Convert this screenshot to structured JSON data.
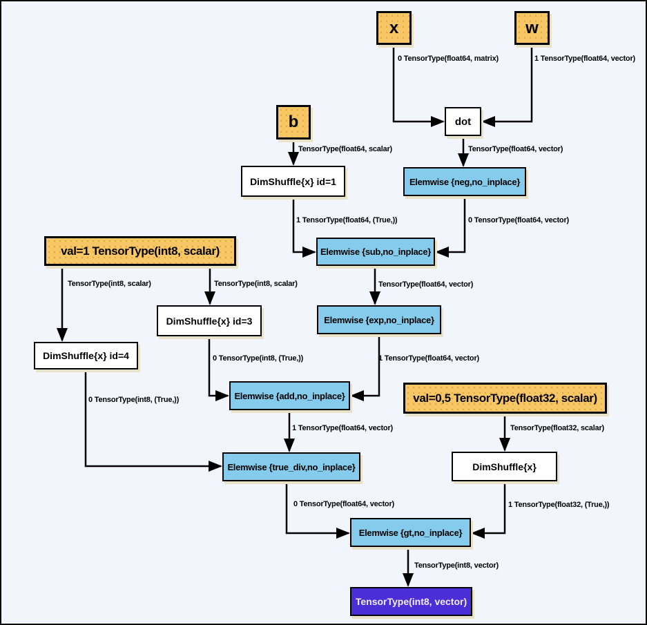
{
  "diagram": {
    "kind": "computation-graph",
    "colors": {
      "background": "#f2f5fc",
      "input_node_fill": "#f7c665",
      "op_node_fill": "#85ccec",
      "plain_node_fill": "#ffffff",
      "output_node_fill": "#4a2ed6",
      "edge_color": "#000000",
      "shadow_color": "#e9e2c8"
    },
    "nodes": {
      "x": {
        "label": "x",
        "kind": "input"
      },
      "w": {
        "label": "w",
        "kind": "input"
      },
      "b": {
        "label": "b",
        "kind": "input"
      },
      "dot": {
        "label": "dot",
        "kind": "plain"
      },
      "neg": {
        "label": "Elemwise {neg,no_inplace}",
        "kind": "op"
      },
      "dimshuffle_id1": {
        "label": "DimShuffle{x} id=1",
        "kind": "plain"
      },
      "sub": {
        "label": "Elemwise {sub,no_inplace}",
        "kind": "op"
      },
      "exp": {
        "label": "Elemwise {exp,no_inplace}",
        "kind": "op"
      },
      "val1": {
        "label": "val=1 TensorType(int8, scalar)",
        "kind": "input"
      },
      "dimshuffle_id3": {
        "label": "DimShuffle{x} id=3",
        "kind": "plain"
      },
      "dimshuffle_id4": {
        "label": "DimShuffle{x} id=4",
        "kind": "plain"
      },
      "add": {
        "label": "Elemwise {add,no_inplace}",
        "kind": "op"
      },
      "val05": {
        "label": "val=0,5 TensorType(float32, scalar)",
        "kind": "input"
      },
      "true_div": {
        "label": "Elemwise {true_div,no_inplace}",
        "kind": "op"
      },
      "dimshuffle_x": {
        "label": "DimShuffle{x}",
        "kind": "plain"
      },
      "gt": {
        "label": "Elemwise {gt,no_inplace}",
        "kind": "op"
      },
      "output": {
        "label": "TensorType(int8, vector)",
        "kind": "output"
      }
    },
    "edges": [
      {
        "from": "x",
        "to": "dot",
        "label": "0 TensorType(float64, matrix)"
      },
      {
        "from": "w",
        "to": "dot",
        "label": "1 TensorType(float64, vector)"
      },
      {
        "from": "b",
        "to": "dimshuffle_id1",
        "label": "TensorType(float64, scalar)"
      },
      {
        "from": "dot",
        "to": "neg",
        "label": "TensorType(float64, vector)"
      },
      {
        "from": "dimshuffle_id1",
        "to": "sub",
        "label": "1 TensorType(float64, (True,))"
      },
      {
        "from": "neg",
        "to": "sub",
        "label": "0 TensorType(float64, vector)"
      },
      {
        "from": "sub",
        "to": "exp",
        "label": "TensorType(float64, vector)"
      },
      {
        "from": "val1",
        "to": "dimshuffle_id4",
        "label": "TensorType(int8, scalar)"
      },
      {
        "from": "val1",
        "to": "dimshuffle_id3",
        "label": "TensorType(int8, scalar)"
      },
      {
        "from": "dimshuffle_id3",
        "to": "add",
        "label": "0 TensorType(int8, (True,))"
      },
      {
        "from": "exp",
        "to": "add",
        "label": "1 TensorType(float64, vector)"
      },
      {
        "from": "dimshuffle_id4",
        "to": "true_div",
        "label": "0 TensorType(int8, (True,))"
      },
      {
        "from": "add",
        "to": "true_div",
        "label": "1 TensorType(float64, vector)"
      },
      {
        "from": "val05",
        "to": "dimshuffle_x",
        "label": "TensorType(float32, scalar)"
      },
      {
        "from": "true_div",
        "to": "gt",
        "label": "0 TensorType(float64, vector)"
      },
      {
        "from": "dimshuffle_x",
        "to": "gt",
        "label": "1 TensorType(float32, (True,))"
      },
      {
        "from": "gt",
        "to": "output",
        "label": "TensorType(int8, vector)"
      }
    ]
  }
}
